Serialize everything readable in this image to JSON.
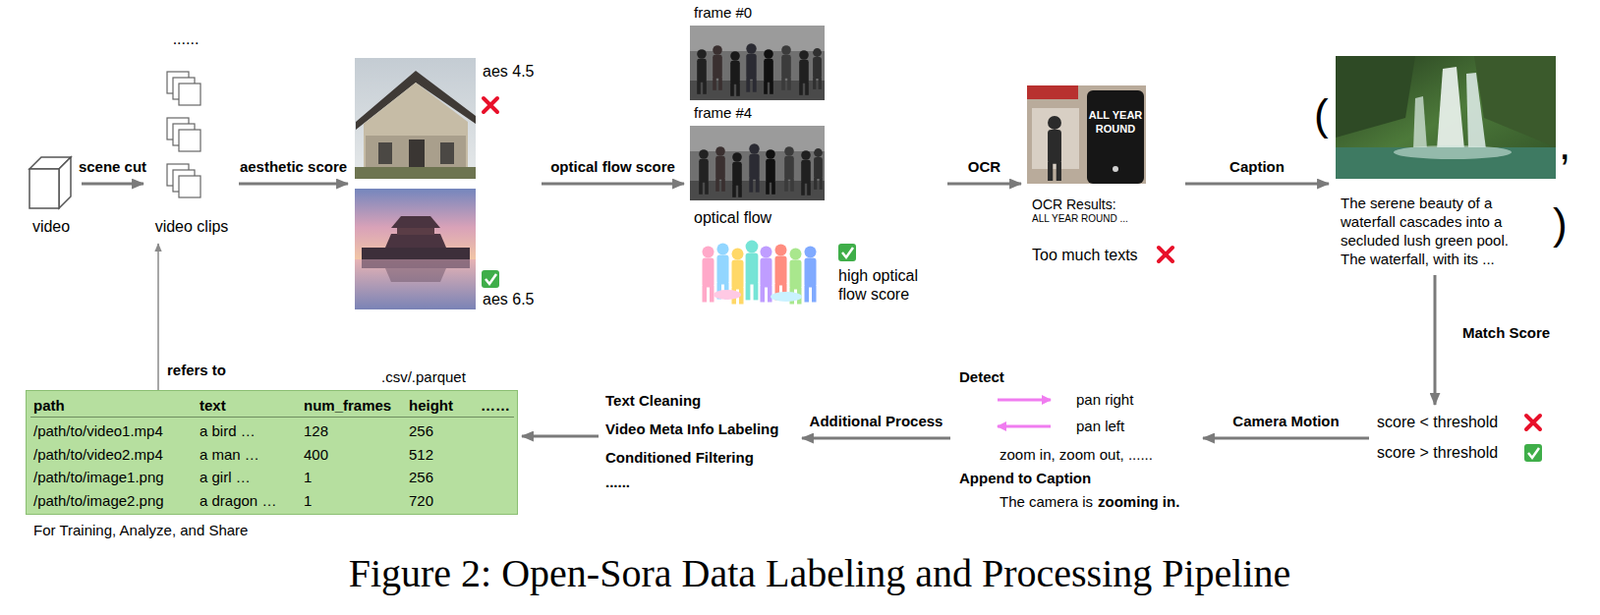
{
  "diagram": {
    "caption": "Figure 2: Open-Sora Data Labeling and Processing Pipeline",
    "nodes": [
      {
        "text": [
          "video"
        ]
      },
      {
        "text": [
          "......",
          "video clips"
        ]
      },
      {
        "text": [
          "aes 4.5",
          "aes 6.5"
        ]
      },
      {
        "text": [
          "frame #0",
          "frame #4",
          "optical flow",
          "high optical flow score"
        ]
      },
      {
        "text": [
          "ALL YEAR ROUND",
          "OCR Results:",
          "ALL YEAR ROUND ...",
          "Too much texts"
        ]
      },
      {
        "text": [
          "The serene beauty of a waterfall cascades into a secluded lush green pool. The waterfall, with its ..."
        ]
      },
      {
        "text": [
          "score < threshold",
          "score > threshold"
        ]
      },
      {
        "text": [
          "Detect",
          "pan right",
          "pan left",
          "zoom in, zoom out, ......",
          "Append to Caption",
          "The camera is",
          "zooming in."
        ]
      },
      {
        "text": [
          "Text Cleaning",
          "Video Meta Info Labeling",
          "Conditioned Filtering",
          "......"
        ]
      },
      {
        "text": [
          ".csv/.parquet",
          "path",
          "text",
          "num_frames",
          "height",
          "……",
          "/path/to/video1.mp4",
          "a bird …",
          "128",
          "256",
          "/path/to/video2.mp4",
          "a man …",
          "400",
          "512",
          "/path/to/image1.png",
          "a girl …",
          "1",
          "256",
          "/path/to/image2.png",
          "a dragon …",
          "1",
          "720",
          "For Training, Analyze, and Share"
        ]
      }
    ],
    "edges": [
      {
        "from": 0,
        "to": 1,
        "label": "scene cut",
        "arrow": "to"
      },
      {
        "from": 1,
        "to": 2,
        "label": "aesthetic score",
        "arrow": "to"
      },
      {
        "from": 2,
        "to": 3,
        "label": "optical flow score",
        "arrow": "to"
      },
      {
        "from": 3,
        "to": 4,
        "label": "OCR",
        "arrow": "to"
      },
      {
        "from": 4,
        "to": 5,
        "label": "Caption",
        "arrow": "to"
      },
      {
        "from": 5,
        "to": 6,
        "label": "Match Score",
        "arrow": "to"
      },
      {
        "from": 6,
        "to": 7,
        "label": "Camera Motion",
        "arrow": "to"
      },
      {
        "from": 7,
        "to": 8,
        "label": "Additional Process",
        "arrow": "to"
      },
      {
        "from": 8,
        "to": 9,
        "arrow": "to"
      },
      {
        "from": 9,
        "to": 1,
        "label": "refers to",
        "arrow": "to"
      }
    ],
    "labels": [
      "(",
      ",",
      ")"
    ]
  }
}
